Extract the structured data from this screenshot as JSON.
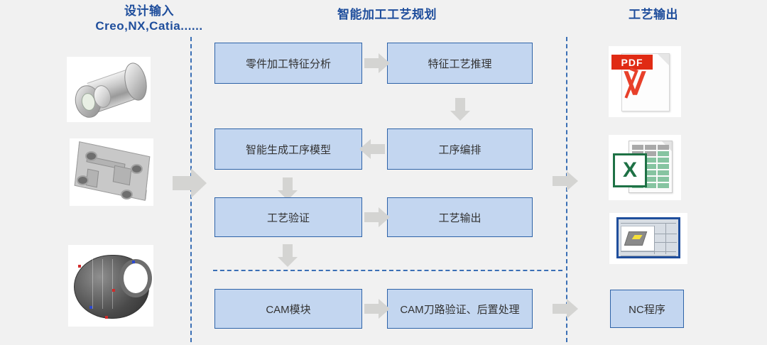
{
  "columns": {
    "left": {
      "title": "设计输入",
      "subtitle": "Creo,NX,Catia......"
    },
    "middle": {
      "title": "智能加工工艺规划"
    },
    "right": {
      "title": "工艺输出"
    }
  },
  "process_boxes": [
    {
      "id": "feature-analysis",
      "label": "零件加工特征分析"
    },
    {
      "id": "feature-reasoning",
      "label": "特征工艺推理"
    },
    {
      "id": "operation-model",
      "label": "智能生成工序模型"
    },
    {
      "id": "operation-sequencing",
      "label": "工序编排"
    },
    {
      "id": "process-verification",
      "label": "工艺验证"
    },
    {
      "id": "process-output",
      "label": "工艺输出"
    },
    {
      "id": "cam-module",
      "label": "CAM模块"
    },
    {
      "id": "cam-toolpath",
      "label": "CAM刀路验证、后置处理"
    }
  ],
  "output_items": [
    {
      "id": "pdf",
      "label": "PDF",
      "icon": "pdf-file-icon"
    },
    {
      "id": "excel",
      "label": "X",
      "icon": "excel-file-icon"
    },
    {
      "id": "process-sheet",
      "label": "",
      "icon": "process-sheet-thumbnail-icon"
    },
    {
      "id": "nc-program",
      "label": "NC程序",
      "icon": ""
    }
  ],
  "input_thumbnails": [
    {
      "id": "cad-shaft",
      "icon": "cad-flanged-shaft-image"
    },
    {
      "id": "cad-mold-plate",
      "icon": "cad-mold-plate-image"
    },
    {
      "id": "cad-casing",
      "icon": "cad-casing-assembly-image"
    }
  ],
  "arrows": [
    {
      "id": "input-to-planning",
      "direction": "right"
    },
    {
      "id": "feature-analysis-to-reasoning",
      "direction": "right"
    },
    {
      "id": "reasoning-to-sequencing",
      "direction": "down"
    },
    {
      "id": "sequencing-to-model",
      "direction": "left"
    },
    {
      "id": "model-to-verification",
      "direction": "down"
    },
    {
      "id": "verification-to-output",
      "direction": "right"
    },
    {
      "id": "verification-to-cam",
      "direction": "down"
    },
    {
      "id": "cam-to-toolpath",
      "direction": "right"
    },
    {
      "id": "planning-to-output",
      "direction": "right"
    },
    {
      "id": "toolpath-to-nc",
      "direction": "right"
    }
  ],
  "colors": {
    "background": "#f1f1f1",
    "box_fill": "#c3d6f0",
    "box_border": "#2e63a8",
    "title_text": "#1f4e9c",
    "divider": "#3a6fb5",
    "arrow": "#d4d4d2",
    "pdf_red": "#e02b14",
    "excel_green": "#1e7145"
  }
}
